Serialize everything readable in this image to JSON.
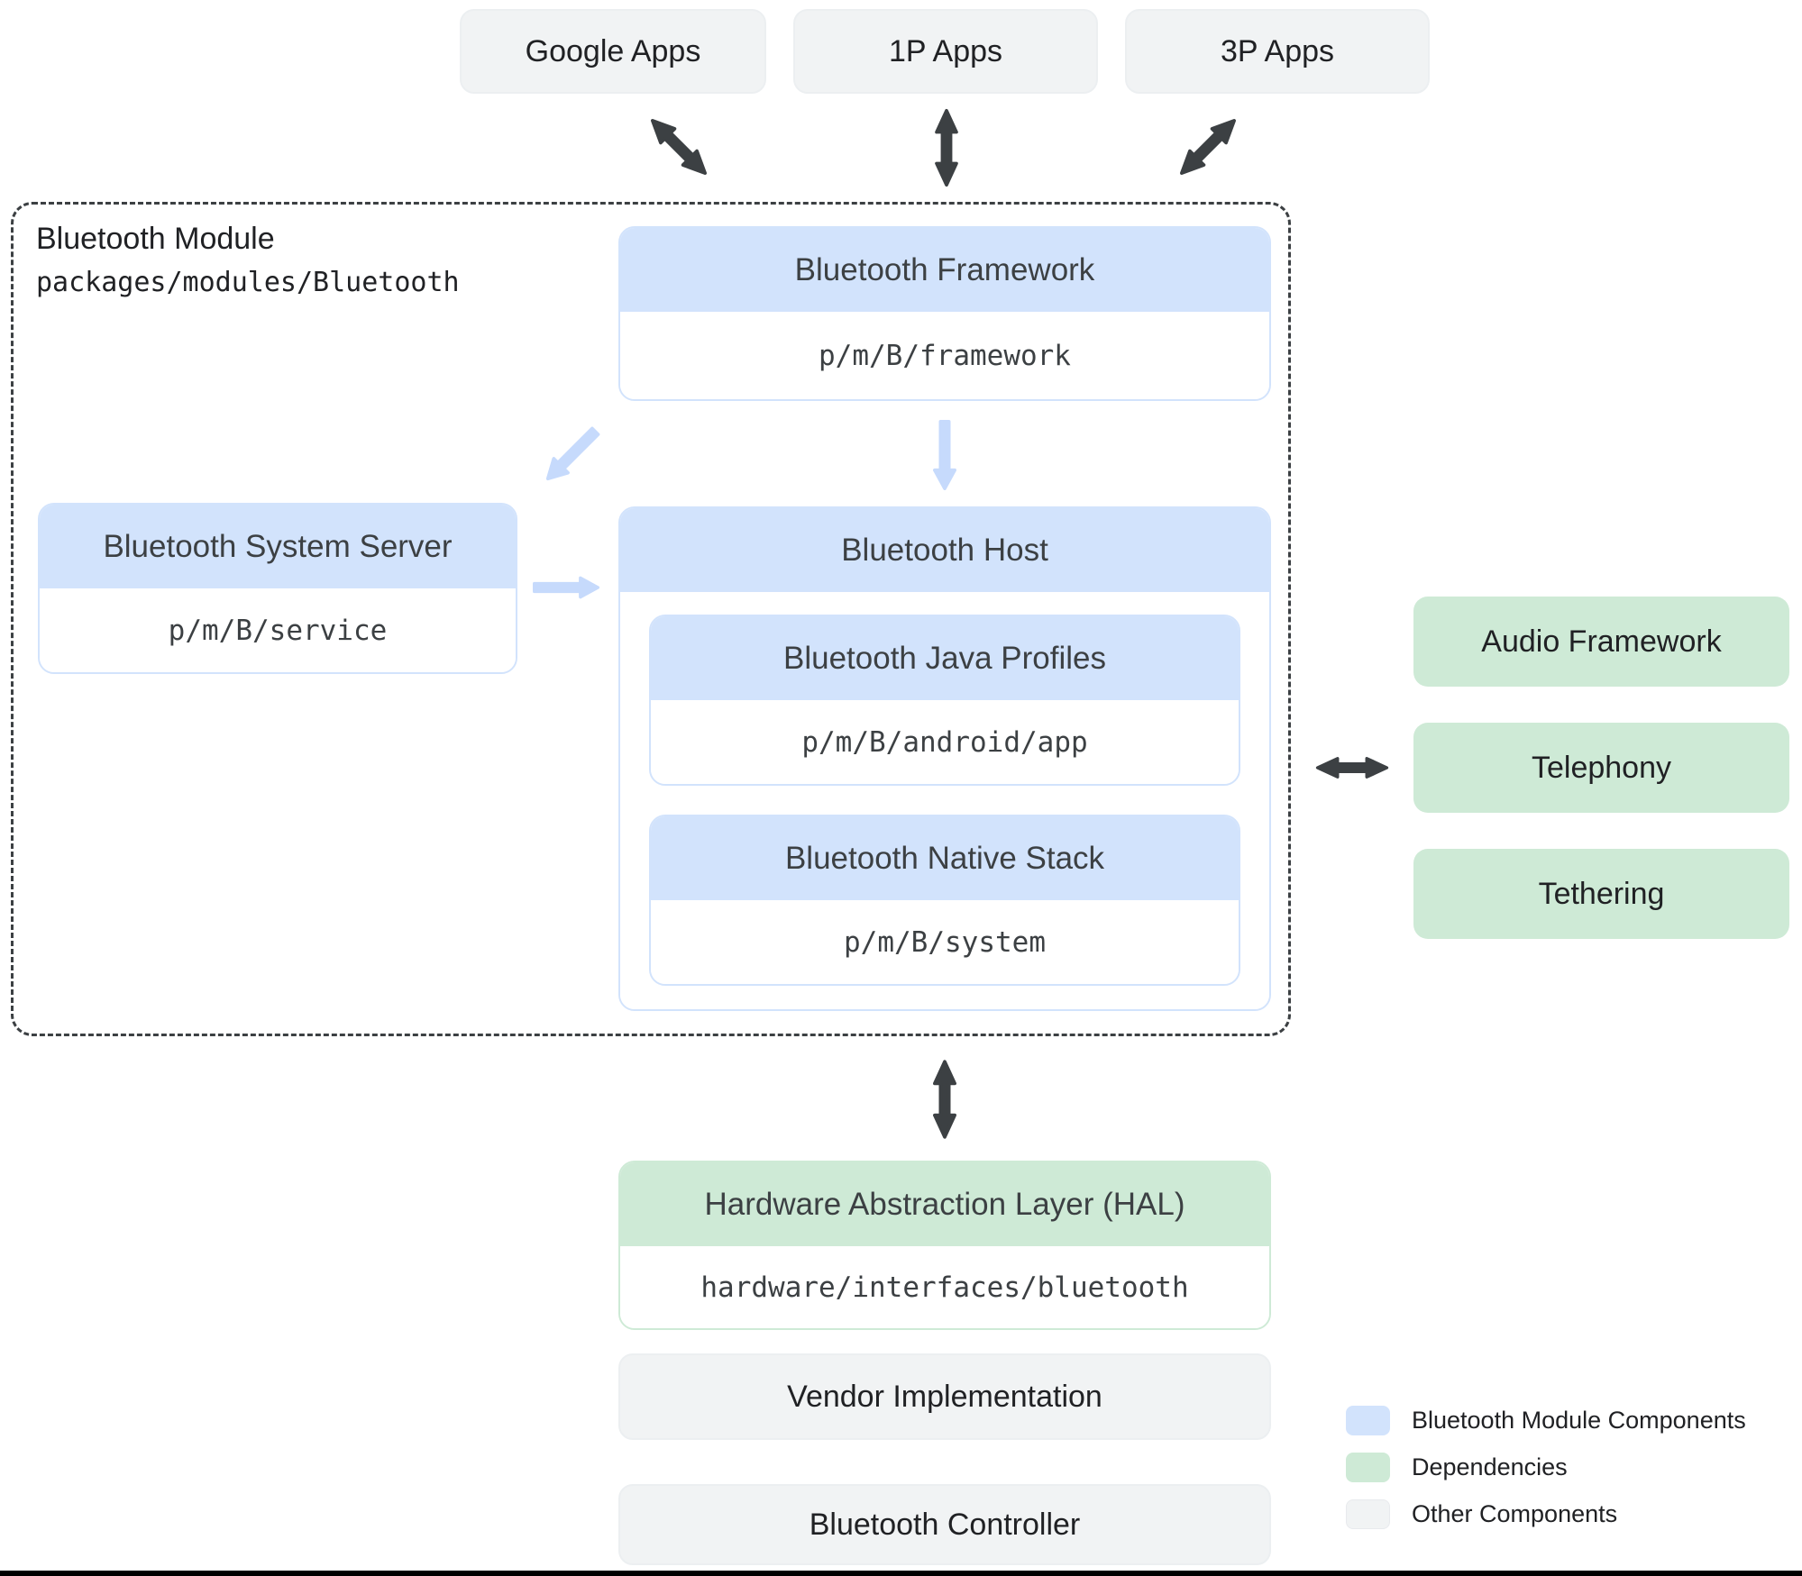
{
  "app_row": {
    "google": "Google Apps",
    "first_party": "1P Apps",
    "third_party": "3P Apps"
  },
  "module": {
    "title": "Bluetooth Module",
    "path": "packages/modules/Bluetooth",
    "framework": {
      "title": "Bluetooth Framework",
      "path": "p/m/B/framework"
    },
    "system_server": {
      "title": "Bluetooth System Server",
      "path": "p/m/B/service"
    },
    "host": {
      "title": "Bluetooth Host",
      "java_profiles": {
        "title": "Bluetooth Java Profiles",
        "path": "p/m/B/android/app"
      },
      "native_stack": {
        "title": "Bluetooth Native Stack",
        "path": "p/m/B/system"
      }
    }
  },
  "dependencies": {
    "audio": "Audio Framework",
    "telephony": "Telephony",
    "tethering": "Tethering"
  },
  "hal": {
    "title": "Hardware Abstraction Layer (HAL)",
    "path": "hardware/interfaces/bluetooth"
  },
  "other_components": {
    "vendor": "Vendor Implementation",
    "controller": "Bluetooth Controller"
  },
  "legend": {
    "items": [
      {
        "label": "Bluetooth Module Components",
        "color": "#d2e3fc"
      },
      {
        "label": "Dependencies",
        "color": "#ceead6"
      },
      {
        "label": "Other Components",
        "color": "#f1f3f4"
      }
    ]
  },
  "colors": {
    "module_component_fill": "#d2e3fc",
    "dependency_fill": "#ceead6",
    "other_fill": "#f1f3f4",
    "dark_arrow": "#3c4043",
    "light_arrow": "#c6dafc",
    "heading_text": "#3c4043",
    "label_text": "#202124"
  }
}
